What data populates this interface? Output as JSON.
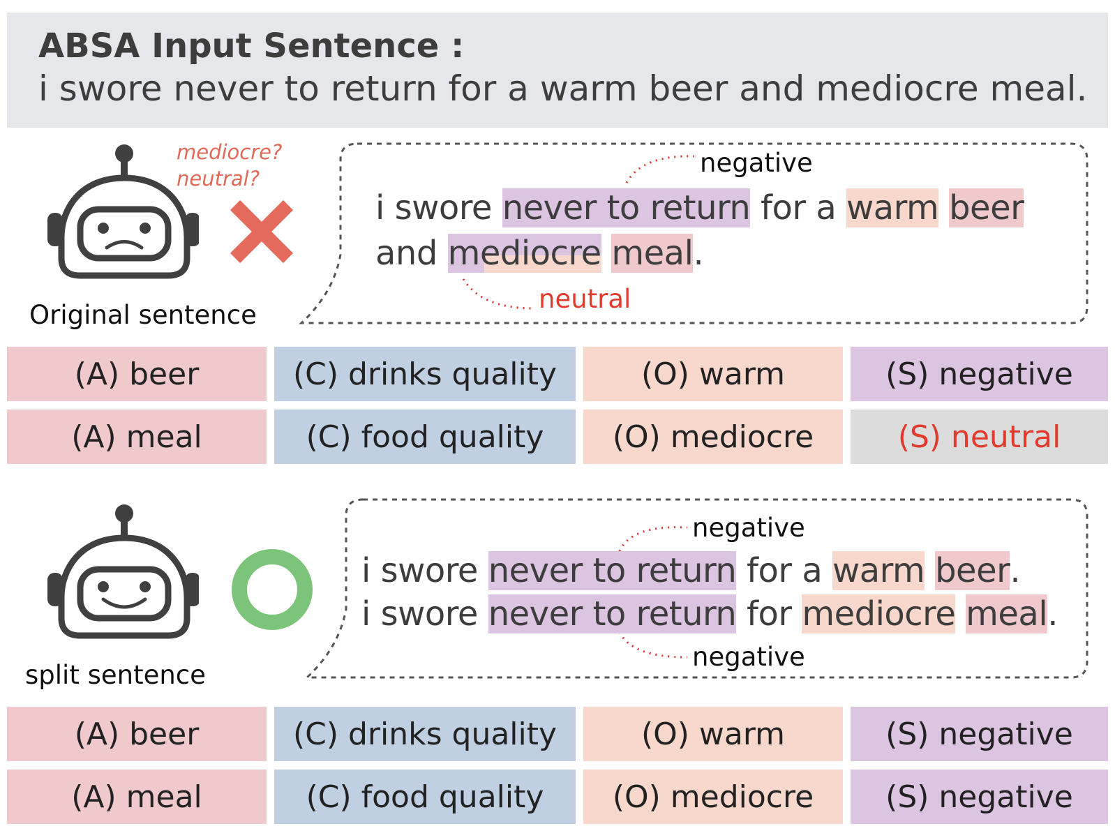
{
  "header": {
    "title": "ABSA Input Sentence :",
    "sentence": "i swore never to return for a warm beer and mediocre meal."
  },
  "original": {
    "label": "Original sentence",
    "thoughts": [
      "mediocre?",
      "neutral?"
    ],
    "result_icon": "red-x-icon",
    "line1": {
      "w1": "i swore ",
      "s1": "never to return",
      "w2": " for a ",
      "o1": "warm",
      "a1": "beer"
    },
    "line2": {
      "w1": "and ",
      "o2": "mediocre",
      "a2": "meal",
      "end": "."
    },
    "label_top": "negative",
    "label_bottom": "neutral",
    "tuples": [
      {
        "aspect": "(A) beer",
        "category": "(C) drinks quality",
        "opinion": "(O) warm",
        "sentiment": "(S) negative"
      },
      {
        "aspect": "(A) meal",
        "category": "(C) food quality",
        "opinion": "(O) mediocre",
        "sentiment": "(S) neutral"
      }
    ]
  },
  "split": {
    "label": "split sentence",
    "result_icon": "green-circle-icon",
    "line1": {
      "w1": "i swore ",
      "s1": "never to return",
      "w2": " for a ",
      "o1": "warm",
      "a1": "beer",
      "end": "."
    },
    "line2": {
      "w1": "i swore ",
      "s1": "never to return",
      "w2": " for ",
      "o2": "mediocre",
      "a2": "meal",
      "end": "."
    },
    "label_top": "negative",
    "label_bottom": "negative",
    "tuples": [
      {
        "aspect": "(A) beer",
        "category": "(C) drinks quality",
        "opinion": "(O) warm",
        "sentiment": "(S) negative"
      },
      {
        "aspect": "(A) meal",
        "category": "(C) food quality",
        "opinion": "(O) mediocre",
        "sentiment": "(S) negative"
      }
    ]
  },
  "colors": {
    "aspect": "#f0c9cd",
    "category": "#c0cfe2",
    "opinion": "#f8d7cd",
    "sentiment": "#dcc5e0",
    "neutral_bg": "#dcdcdc",
    "error": "#e23b2e",
    "cross": "#e36a5c",
    "ok": "#7bc47a"
  }
}
